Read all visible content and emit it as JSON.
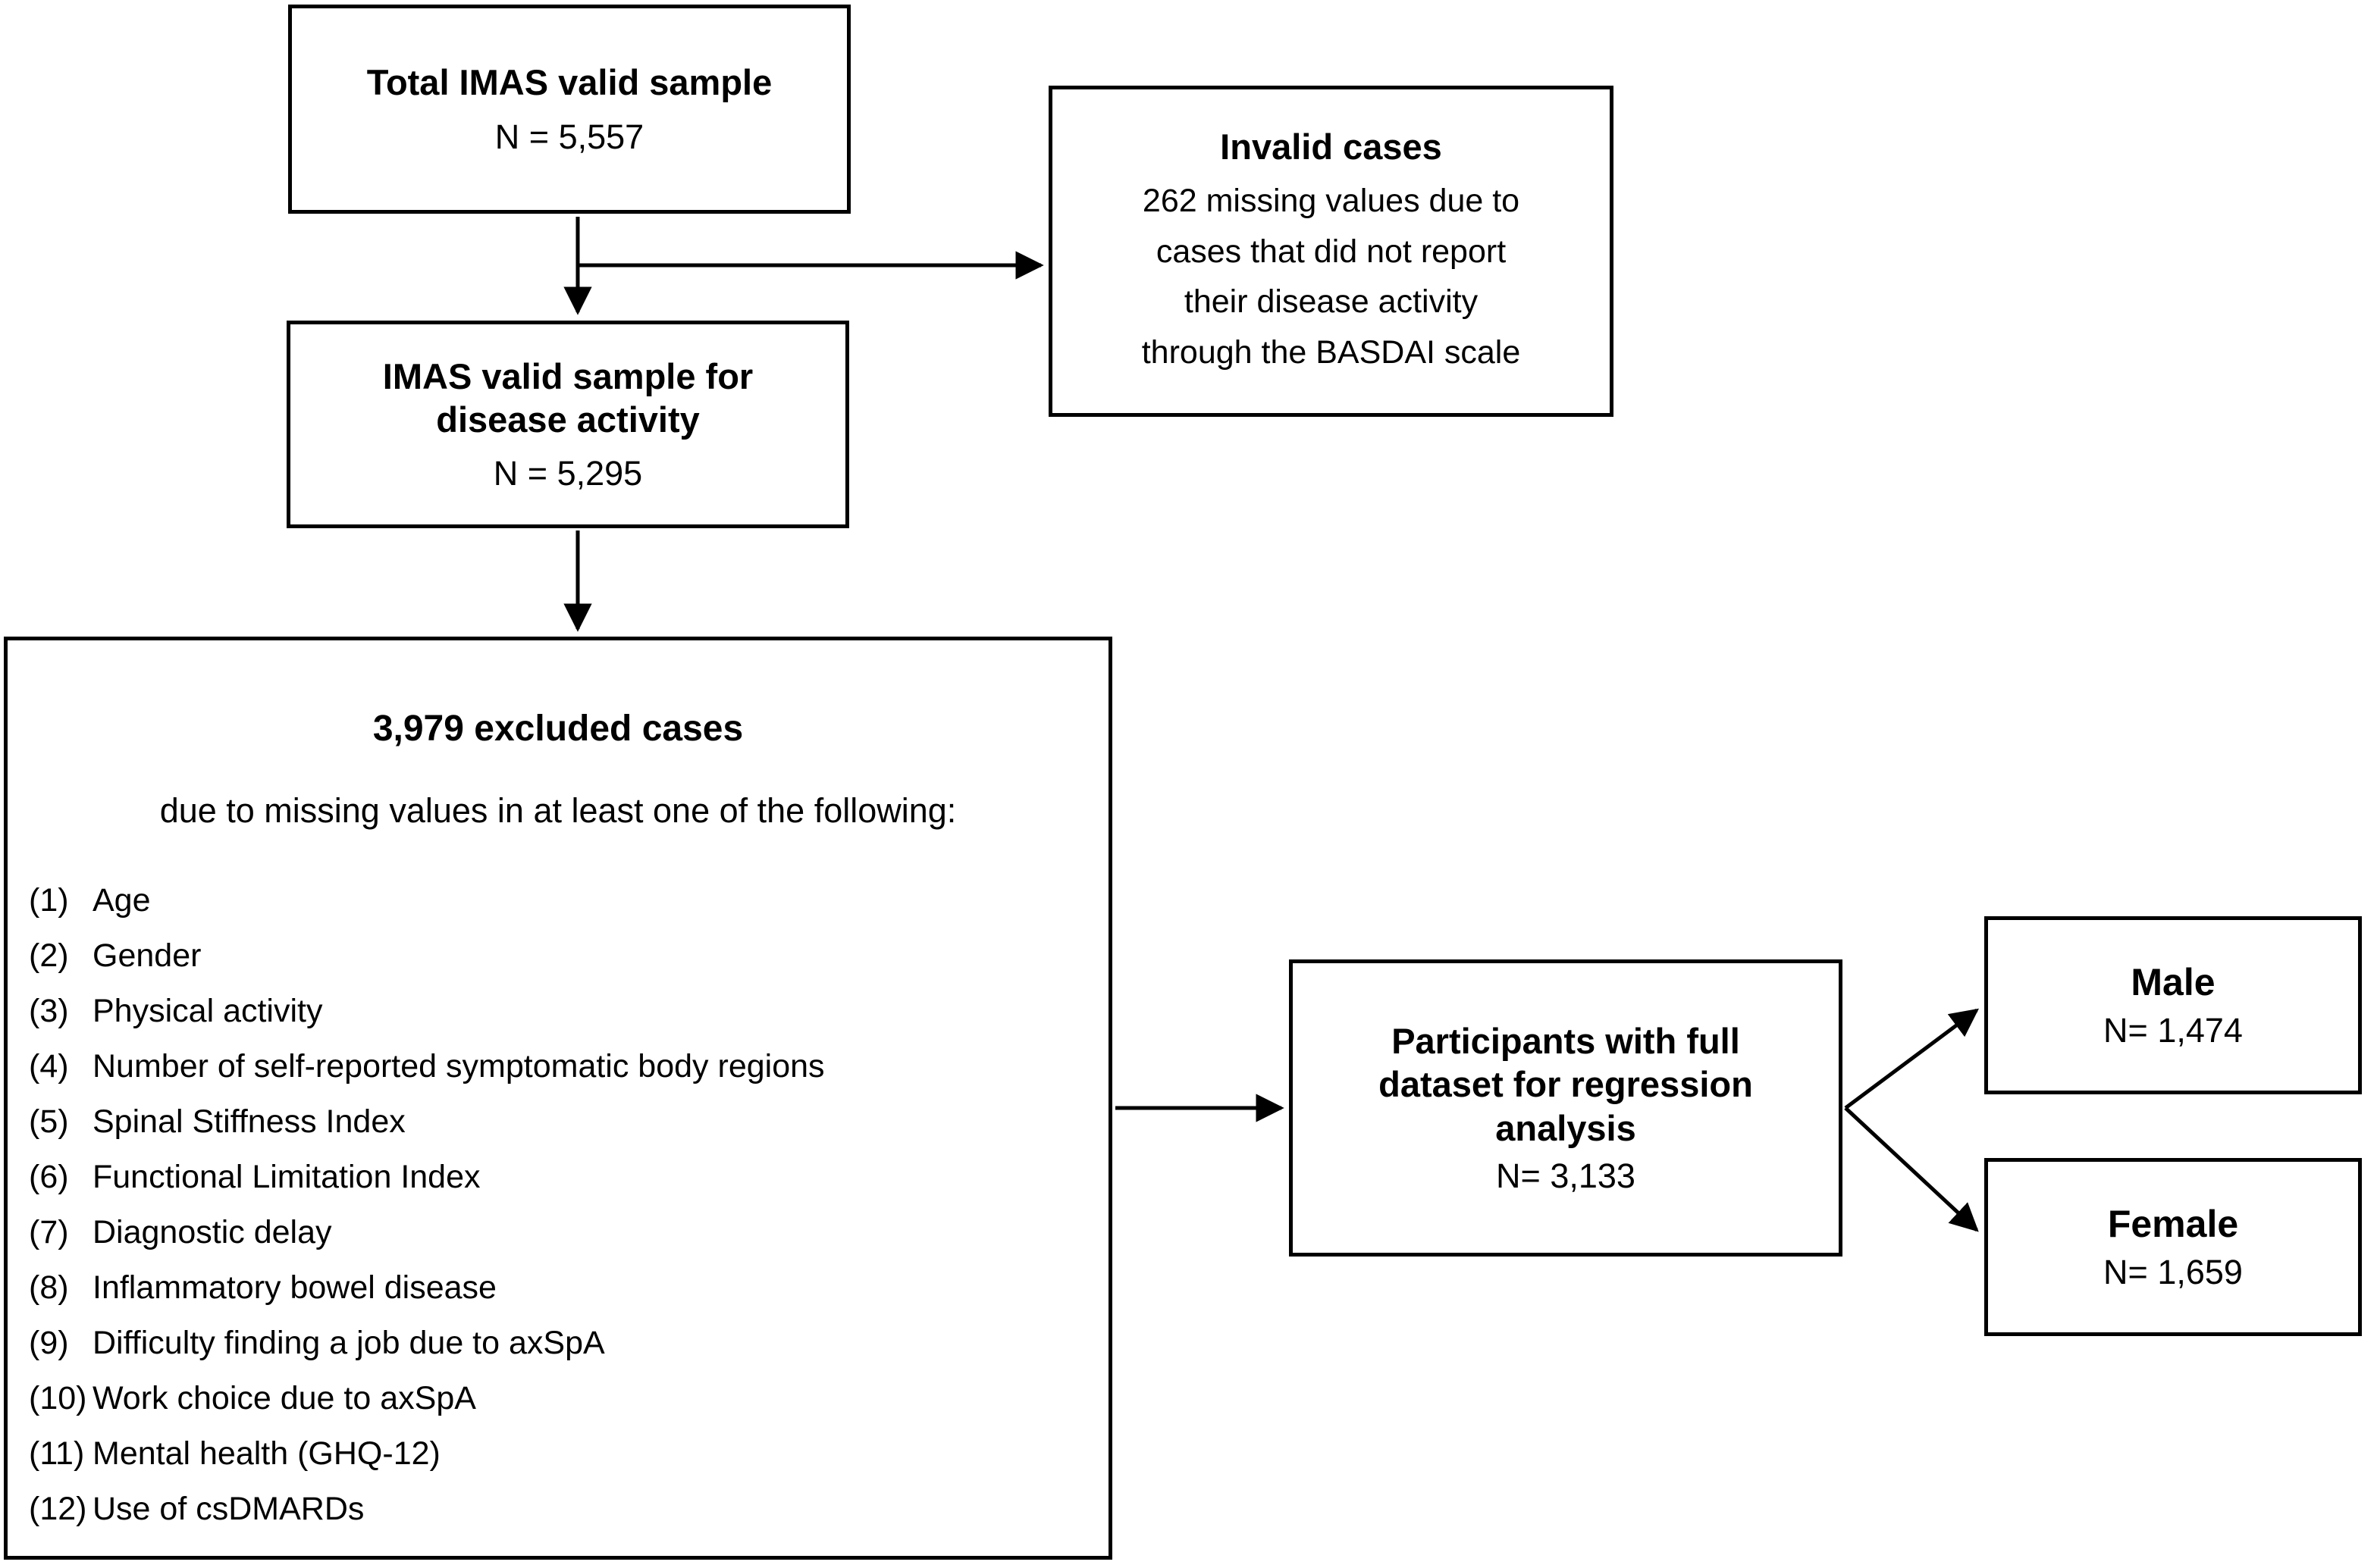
{
  "diagram": {
    "type": "study-flowchart",
    "colors": {
      "line": "#000000",
      "background": "#ffffff",
      "text": "#000000"
    },
    "boxes": {
      "total": {
        "title": "Total IMAS valid sample",
        "n": "N = 5,557"
      },
      "valid": {
        "title_lines": [
          "IMAS valid sample for",
          "disease activity"
        ],
        "n": "N = 5,295"
      },
      "invalid": {
        "title": "Invalid cases",
        "body_lines": [
          "262 missing values due to",
          "cases that did not report",
          "their disease activity",
          "through the BASDAI scale"
        ]
      },
      "excluded": {
        "title": "3,979 excluded cases",
        "subtitle": "due to missing values in at least one of the following:",
        "items": [
          {
            "num": "(1)",
            "label": "Age"
          },
          {
            "num": "(2)",
            "label": "Gender"
          },
          {
            "num": "(3)",
            "label": "Physical activity"
          },
          {
            "num": "(4)",
            "label": "Number of self-reported symptomatic body regions"
          },
          {
            "num": "(5)",
            "label": "Spinal Stiffness Index"
          },
          {
            "num": "(6)",
            "label": "Functional Limitation Index"
          },
          {
            "num": "(7)",
            "label": "Diagnostic delay"
          },
          {
            "num": "(8)",
            "label": "Inflammatory bowel disease"
          },
          {
            "num": "(9)",
            "label": "Difficulty finding a job due to axSpA"
          },
          {
            "num": "(10)",
            "label": "Work choice due to axSpA"
          },
          {
            "num": "(11)",
            "label": "Mental health (GHQ-12)"
          },
          {
            "num": "(12)",
            "label": "Use of csDMARDs"
          }
        ]
      },
      "participants": {
        "title_lines": [
          "Participants with full",
          "dataset for regression",
          "analysis"
        ],
        "n": "N= 3,133"
      },
      "male": {
        "title": "Male",
        "n": "N= 1,474"
      },
      "female": {
        "title": "Female",
        "n": "N= 1,659"
      }
    }
  }
}
